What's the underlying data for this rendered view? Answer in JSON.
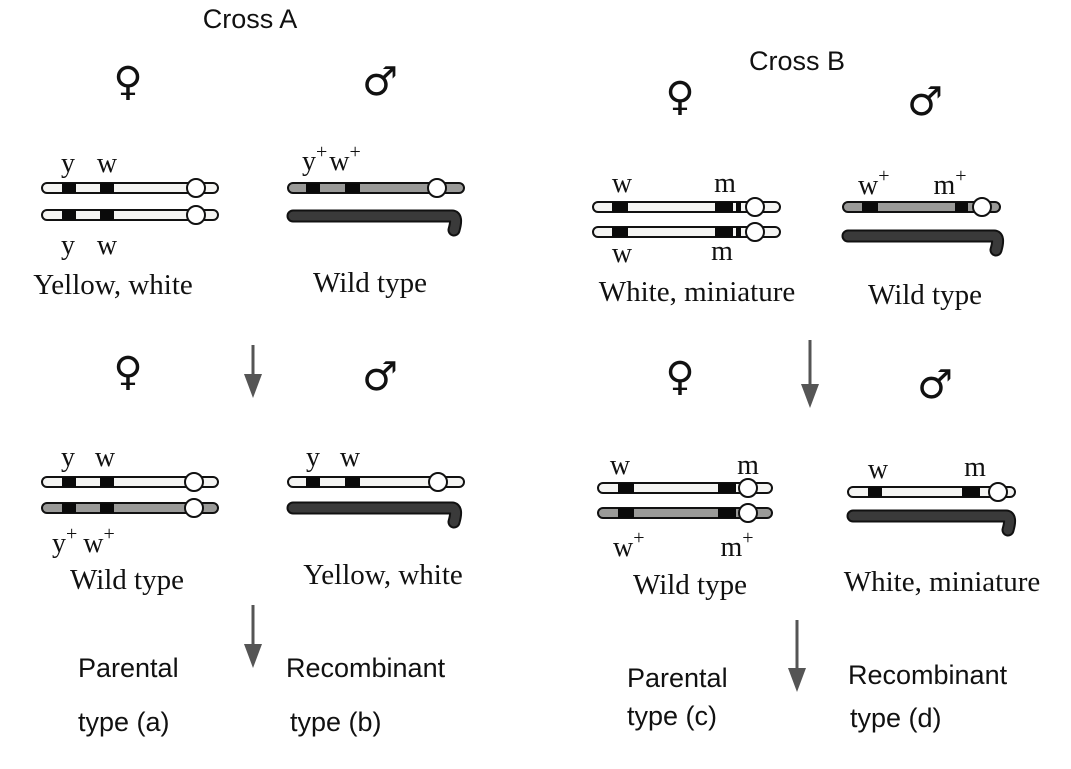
{
  "cross_a": {
    "title": "Cross A",
    "female_symbol": "♀",
    "male_symbol": "♂",
    "parents": {
      "female_top_labels": [
        "y",
        "w"
      ],
      "female_bottom_labels": [
        "y",
        "w"
      ],
      "female_phenotype": "Yellow, white",
      "male_labels": [
        "y",
        "+",
        "w",
        "+"
      ],
      "male_phenotype": "Wild type"
    },
    "offspring": {
      "female_top_labels": [
        "y",
        "w"
      ],
      "female_bottom_labels": [
        "y",
        "+",
        "w",
        "+"
      ],
      "female_phenotype": "Wild type",
      "male_labels": [
        "y",
        "w"
      ],
      "male_phenotype": "Yellow, white"
    },
    "result_left": [
      "Parental",
      "type (a)"
    ],
    "result_right": [
      "Recombinant",
      "type (b)"
    ]
  },
  "cross_b": {
    "title": "Cross B",
    "female_symbol": "♀",
    "male_symbol": "♂",
    "parents": {
      "female_top_labels": [
        "w",
        "m"
      ],
      "female_bottom_labels": [
        "w",
        "m"
      ],
      "female_phenotype": "White, miniature",
      "male_labels": [
        "w",
        "+",
        "m",
        "+"
      ],
      "male_phenotype": "Wild type"
    },
    "offspring": {
      "female_top_labels": [
        "w",
        "m"
      ],
      "female_bottom_labels": [
        "w",
        "+",
        "m",
        "+"
      ],
      "female_phenotype": "Wild type",
      "male_labels": [
        "w",
        "m"
      ],
      "male_phenotype": "White, miniature"
    },
    "result_left": [
      "Parental",
      "type (c)"
    ],
    "result_right": [
      "Recombinant",
      "type (d)"
    ]
  },
  "colors": {
    "light": "#f4f4f2",
    "gray": "#9a9a98",
    "dark": "#3a3a3a",
    "band": "#0a0a0a",
    "arrow": "#555555"
  }
}
